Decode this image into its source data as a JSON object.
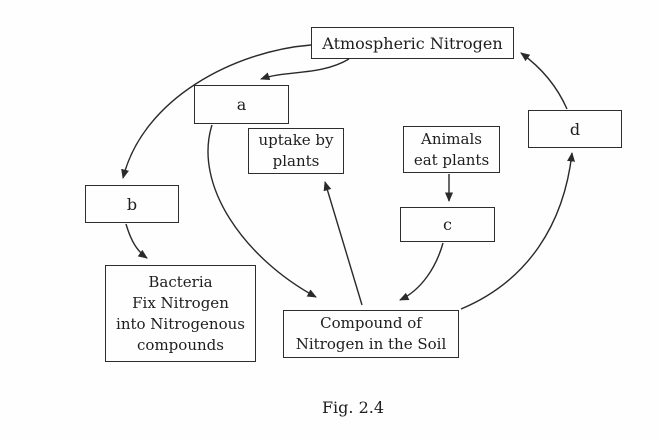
{
  "figure": {
    "caption": "Fig. 2.4",
    "colors": {
      "ink": "#2a2a2a",
      "background": "#fefefe"
    },
    "boxes": {
      "atmospheric": {
        "label": "Atmospheric Nitrogen"
      },
      "a": {
        "label": "a"
      },
      "uptake": {
        "label": "uptake by\nplants"
      },
      "animals": {
        "label": "Animals\neat plants"
      },
      "d": {
        "label": "d"
      },
      "b": {
        "label": "b"
      },
      "c": {
        "label": "c"
      },
      "bacteria": {
        "label": "Bacteria\nFix Nitrogen\ninto Nitrogenous\ncompounds"
      },
      "compound": {
        "label": "Compound of\nNitrogen in the Soil"
      }
    },
    "arrows": [
      {
        "name": "arrow-atmospheric-to-b"
      },
      {
        "name": "arrow-atmospheric-to-a"
      },
      {
        "name": "arrow-b-to-bacteria"
      },
      {
        "name": "arrow-a-to-compound"
      },
      {
        "name": "arrow-compound-to-uptake"
      },
      {
        "name": "arrow-animals-to-c"
      },
      {
        "name": "arrow-c-to-compound"
      },
      {
        "name": "arrow-compound-to-d"
      },
      {
        "name": "arrow-d-to-atmospheric"
      }
    ]
  }
}
